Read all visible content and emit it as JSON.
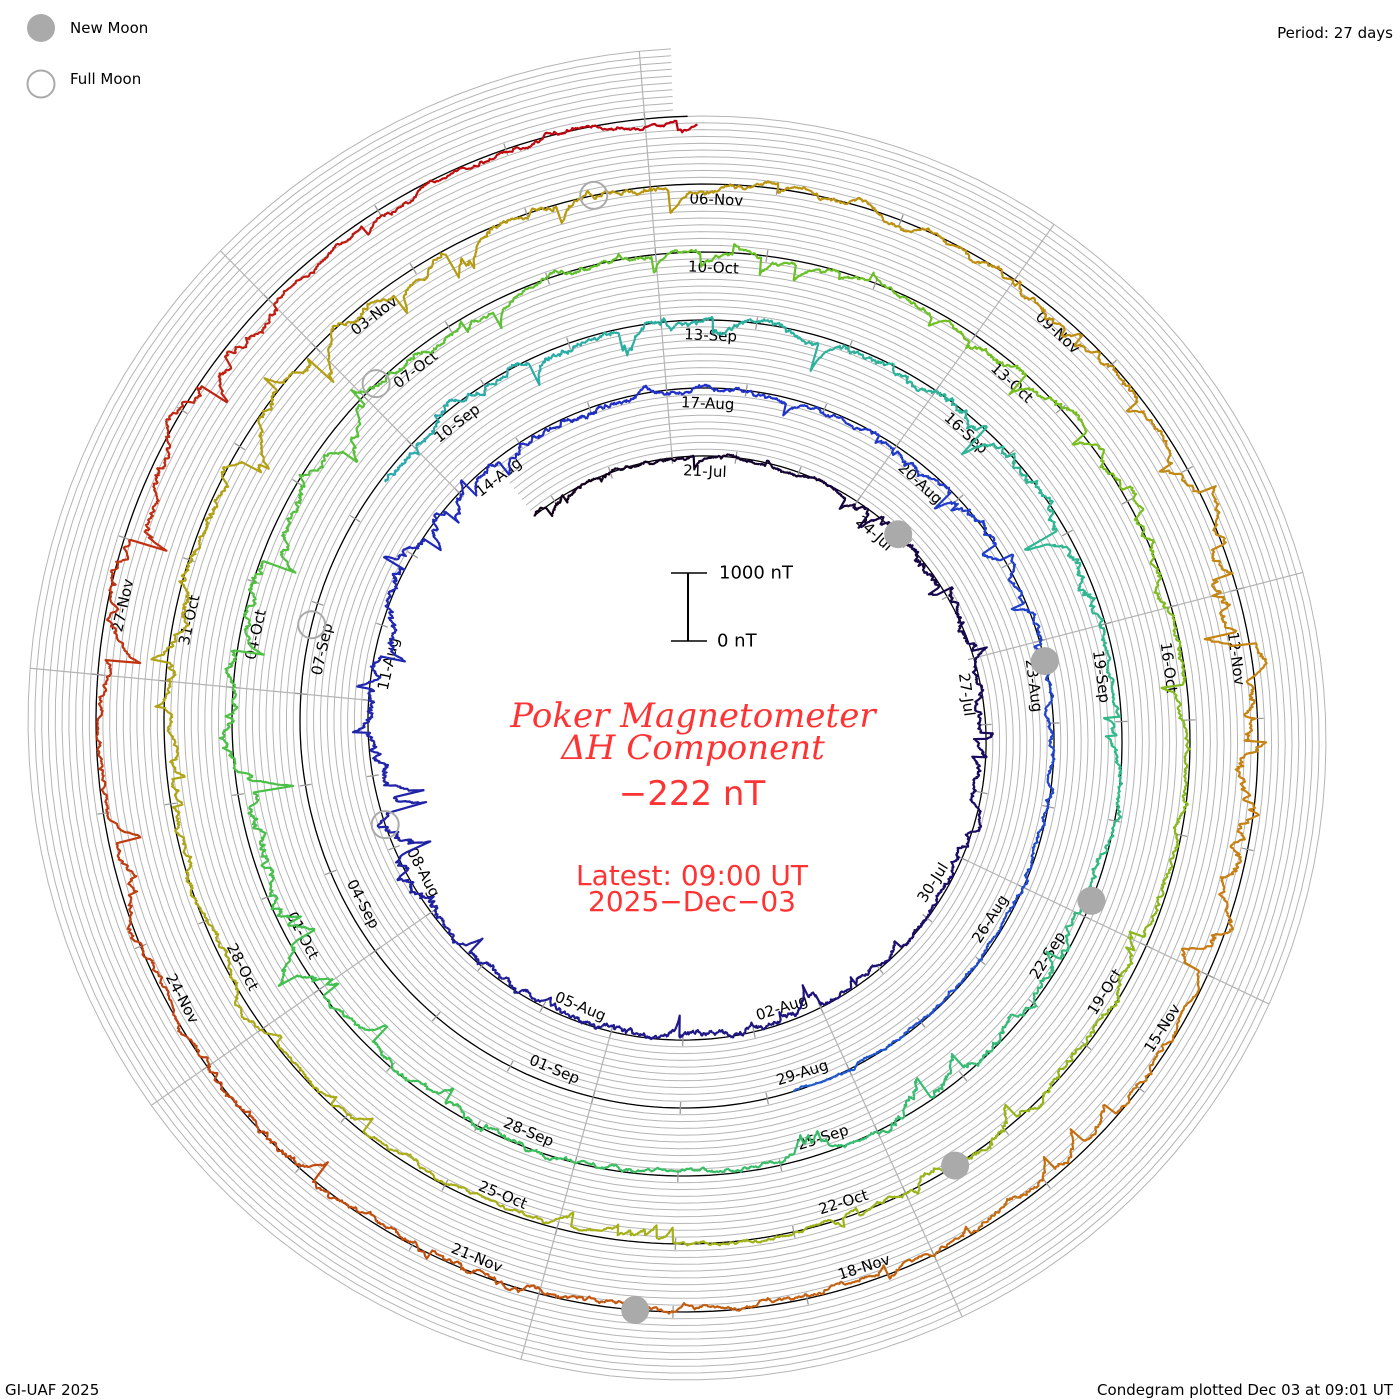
{
  "legend": {
    "new_moon": "New Moon",
    "full_moon": "Full Moon"
  },
  "period_label": "Period: 27 days",
  "footer_left": "GI-UAF 2025",
  "footer_right": "Condegram plotted Dec 03 at 09:01 UT",
  "title_line1": "Poker Magnetometer",
  "title_line2": "ΔH Component",
  "current_value": "−222 nT",
  "latest_line1": "Latest: 09:00 UT",
  "latest_line2": "2025−Dec−03",
  "scale_bar": {
    "top_label": "1000 nT",
    "bottom_label": "0 nT",
    "span_nT": 1000
  },
  "colors": {
    "text_red": "#ff3333",
    "grid": "#b4b4b4",
    "baseline": "#000000",
    "moon": "#aaaaaa"
  },
  "chart_data": {
    "type": "line",
    "subtype": "condegram-spiral",
    "title": "Poker Magnetometer ΔH Component",
    "period_days": 27,
    "day_origin": "2025-07-21",
    "start_day": -2.4,
    "end_day": 135.375,
    "grid_step_nT": 100,
    "day_labels": [
      "21-Jul",
      "24-Jul",
      "27-Jul",
      "30-Jul",
      "02-Aug",
      "05-Aug",
      "08-Aug",
      "11-Aug",
      "14-Aug",
      "17-Aug",
      "20-Aug",
      "23-Aug",
      "26-Aug",
      "29-Aug",
      "01-Sep",
      "04-Sep",
      "07-Sep",
      "10-Sep",
      "13-Sep",
      "16-Sep",
      "19-Sep",
      "22-Sep",
      "25-Sep",
      "28-Sep",
      "01-Oct",
      "04-Oct",
      "07-Oct",
      "10-Oct",
      "13-Oct",
      "16-Oct",
      "19-Oct",
      "22-Oct",
      "25-Oct",
      "28-Oct",
      "31-Oct",
      "03-Nov",
      "06-Nov",
      "09-Nov",
      "12-Nov",
      "15-Nov",
      "18-Nov",
      "21-Nov",
      "24-Nov",
      "27-Nov"
    ],
    "label_step_days": 3,
    "activity_bin_days": 3,
    "activity_bin_start_day": -3,
    "activity_amplitude_nT": [
      150,
      150,
      350,
      250,
      200,
      300,
      250,
      500,
      400,
      250,
      200,
      300,
      200,
      150,
      150,
      300,
      250,
      350,
      300,
      350,
      450,
      250,
      350,
      200,
      250,
      500,
      400,
      250,
      200,
      350,
      250,
      350,
      200,
      200,
      300,
      400,
      350,
      300,
      350,
      600,
      250,
      250,
      350,
      300,
      450,
      250,
      200
    ],
    "data_gaps_days": [
      [
        39.7,
        50.5
      ]
    ],
    "color_stops": [
      [
        -3,
        "#100010"
      ],
      [
        8,
        "#1a0a60"
      ],
      [
        18,
        "#2020a0"
      ],
      [
        27,
        "#2030c8"
      ],
      [
        38,
        "#2050d0"
      ],
      [
        50,
        "#28a8b0"
      ],
      [
        60,
        "#30b890"
      ],
      [
        72,
        "#40c050"
      ],
      [
        84,
        "#70c020"
      ],
      [
        96,
        "#a8b018"
      ],
      [
        108,
        "#b89810"
      ],
      [
        116,
        "#c88010"
      ],
      [
        124,
        "#c05010"
      ],
      [
        130,
        "#c03010"
      ],
      [
        135.4,
        "#c00010"
      ]
    ],
    "new_moon_days": [
      3.8,
      33.25,
      62.83,
      92.52,
      122.28
    ],
    "full_moon_days": [
      19.33,
      48.76,
      78.16,
      107.55
    ],
    "latest_value_nT": -222
  }
}
